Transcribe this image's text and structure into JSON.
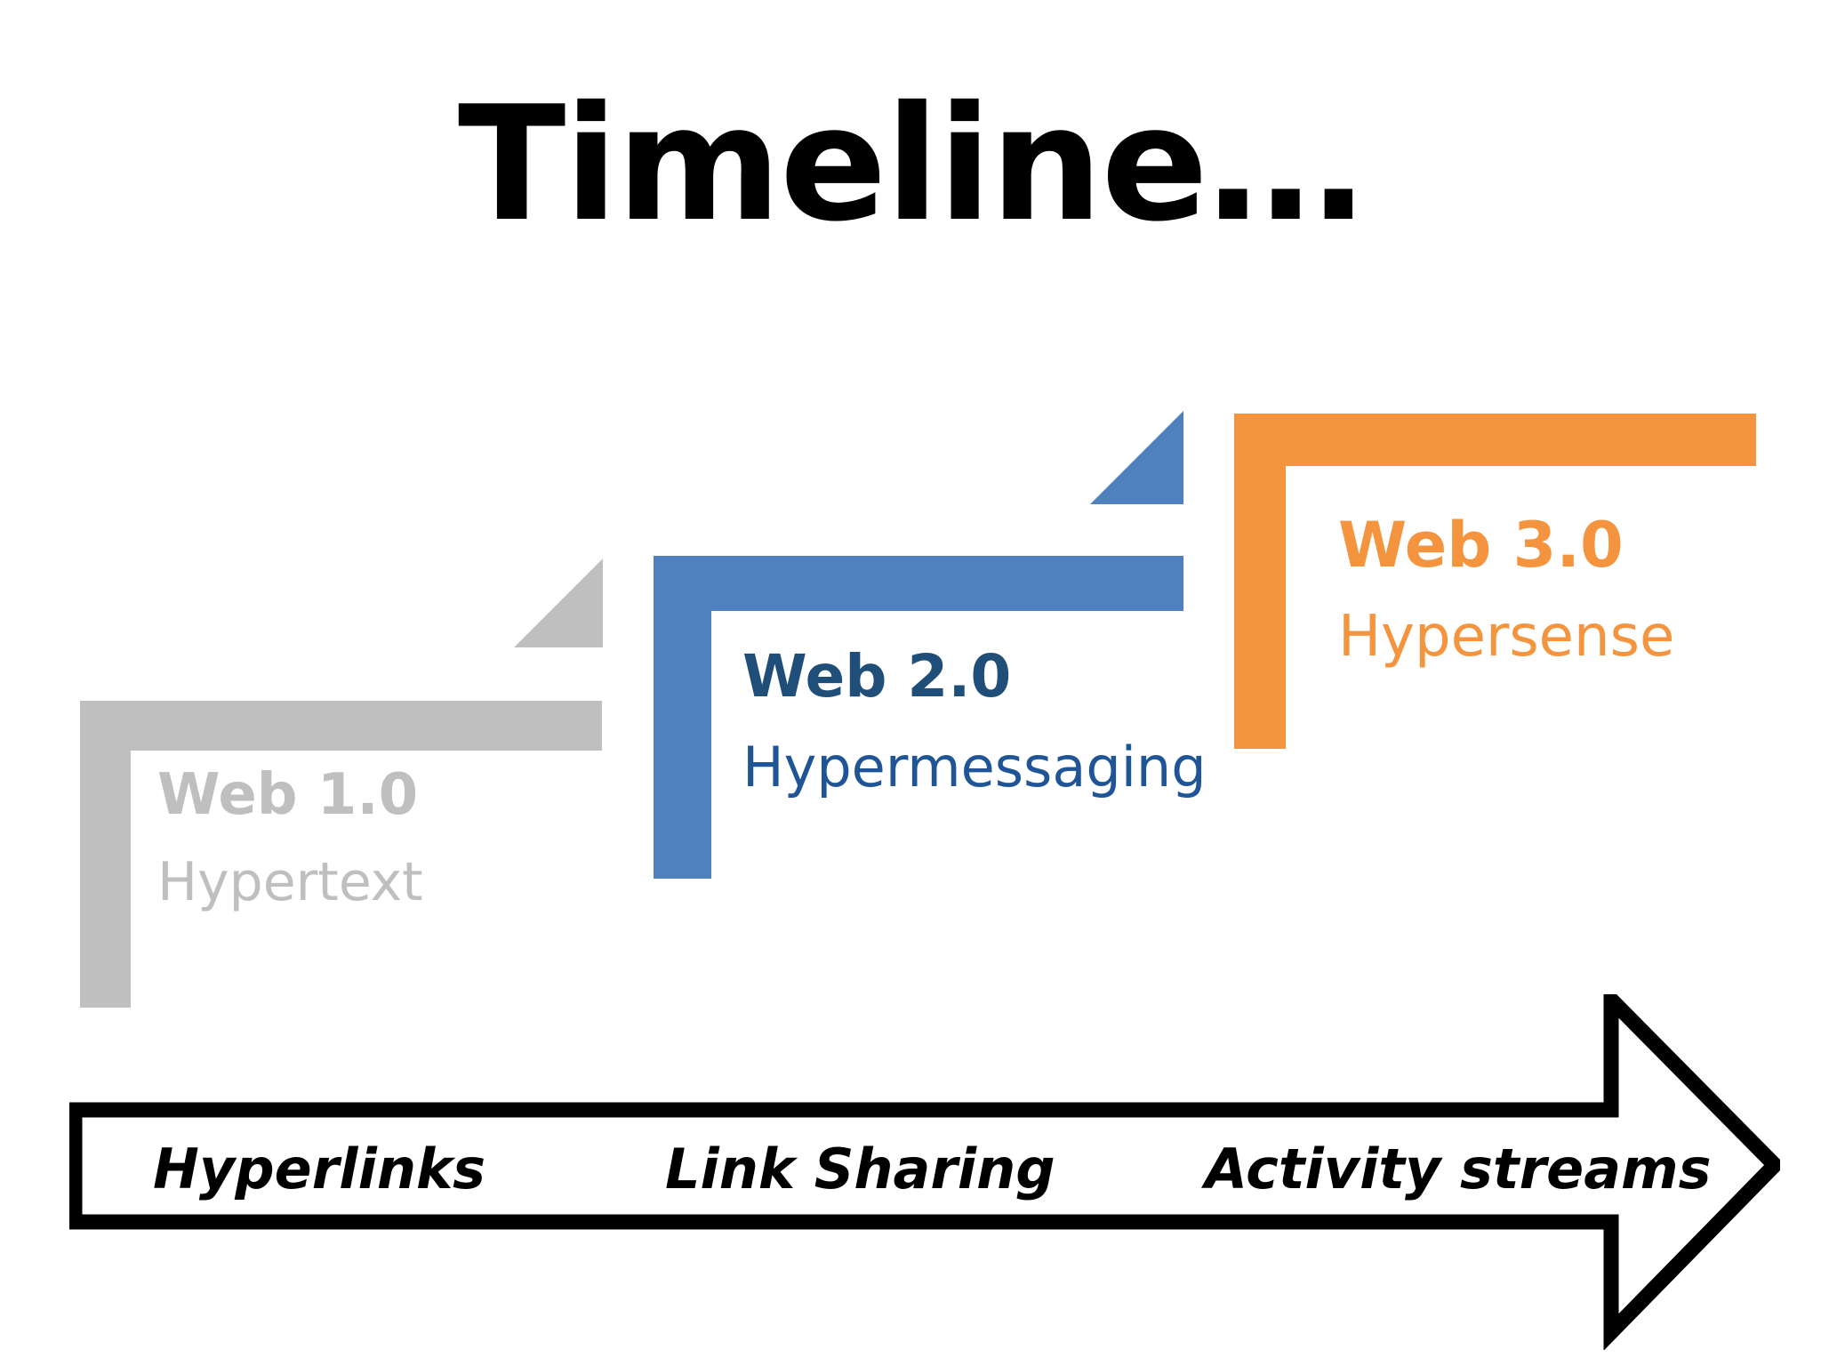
{
  "slide": {
    "title": "Timeline…",
    "background_color": "#FFFFFF"
  },
  "colors": {
    "web1_grey": "#BFBFBF",
    "web2_blue": "#4E81BD",
    "web2_text_navy": "#1F4E79",
    "web2_sub_blue": "#1F5597",
    "web3_orange": "#F4943E",
    "arrow_black": "#000000"
  },
  "stages": [
    {
      "name": "Web 1.0",
      "subtitle": "Hypertext",
      "color": "#BFBFBF"
    },
    {
      "name": "Web 2.0",
      "subtitle": "Hypermessaging",
      "color": "#4E81BD"
    },
    {
      "name": "Web 3.0",
      "subtitle": "Hypersense",
      "color": "#F4943E"
    }
  ],
  "arrow": {
    "direction": "right",
    "labels": [
      "Hyperlinks",
      "Link Sharing",
      "Activity streams"
    ]
  }
}
